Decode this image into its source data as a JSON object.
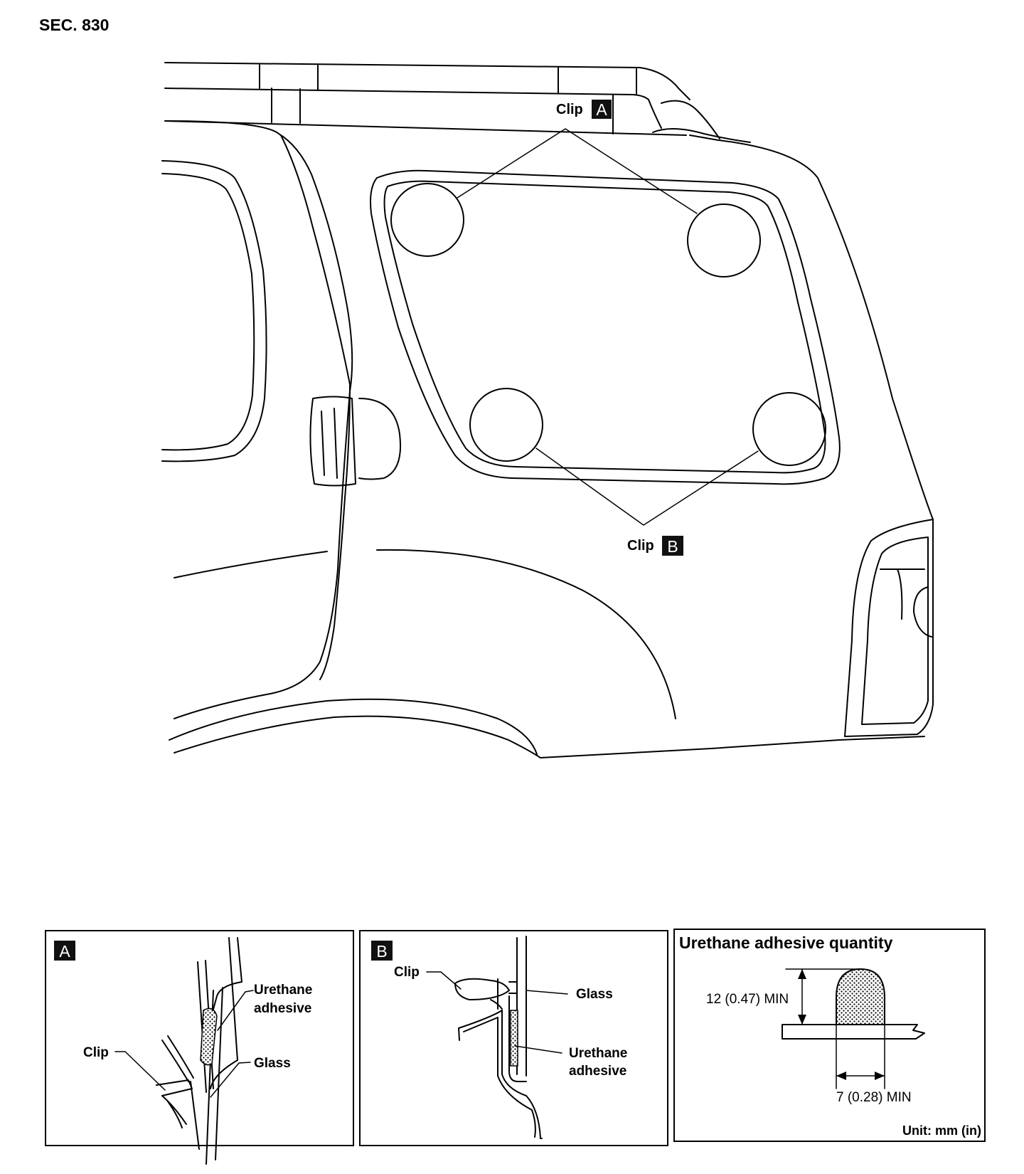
{
  "section_label": "SEC. 830",
  "main_view": {
    "clip_a_label": "Clip",
    "clip_a_letter": "A",
    "clip_b_label": "Clip",
    "clip_b_letter": "B"
  },
  "detail_a": {
    "letter": "A",
    "urethane_line1": "Urethane",
    "urethane_line2": "adhesive",
    "clip_label": "Clip",
    "glass_label": "Glass"
  },
  "detail_b": {
    "letter": "B",
    "clip_label": "Clip",
    "glass_label": "Glass",
    "urethane_line1": "Urethane",
    "urethane_line2": "adhesive"
  },
  "adhesive_panel": {
    "title": "Urethane adhesive quantity",
    "height_dim": "12 (0.47) MIN",
    "width_dim": "7 (0.28) MIN",
    "unit_note": "Unit: mm (in)"
  }
}
